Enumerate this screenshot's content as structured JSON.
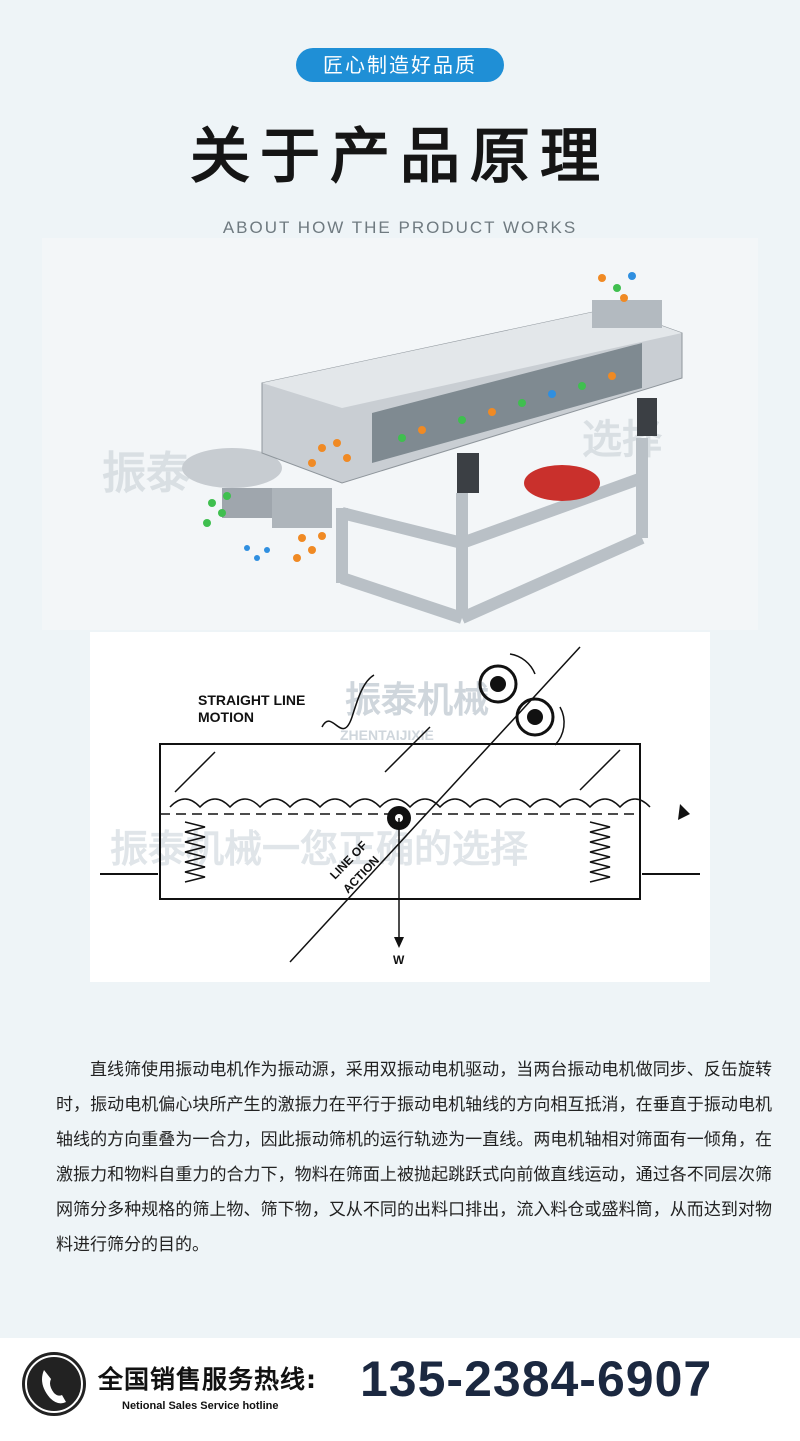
{
  "header": {
    "badge": "匠心制造好品质",
    "title": "关于产品原理",
    "subtitle": "ABOUT HOW THE PRODUCT WORKS"
  },
  "diagram": {
    "straight_line": "STRAIGHT LINE",
    "motion": "MOTION",
    "line_of": "LINE OF",
    "action": "ACTION",
    "weight": "W"
  },
  "watermark": {
    "brand": "振泰机械",
    "brand_pinyin": "ZHENTAIJIXIE",
    "slogan": "振泰机械一您正确的选择"
  },
  "description": "直线筛使用振动电机作为振动源，采用双振动电机驱动，当两台振动电机做同步、反缶旋转时，振动电机偏心块所产生的激振力在平行于振动电机轴线的方向相互抵消，在垂直于振动电机轴线的方向重叠为一合力，因此振动筛机的运行轨迹为一直线。两电机轴相对筛面有一倾角，在激振力和物料自重力的合力下，物料在筛面上被抛起跳跃式向前做直线运动，通过各不同层次筛网筛分多种规格的筛上物、筛下物，又从不同的出料口排出，流入料仓或盛料筒，从而达到对物料进行筛分的目的。",
  "footer": {
    "hotline_label": "全国销售服务热线:",
    "hotline_sub": "Netional Sales Service hotline",
    "hotline_number": "135-2384-6907"
  },
  "colors": {
    "accent": "#1f8fd6",
    "background": "#eef4f7",
    "particle_orange": "#f08a24",
    "particle_green": "#3fbf4f",
    "particle_blue": "#2f8fe0",
    "motor_red": "#c9302c"
  },
  "icons": {
    "phone": "phone-icon"
  }
}
